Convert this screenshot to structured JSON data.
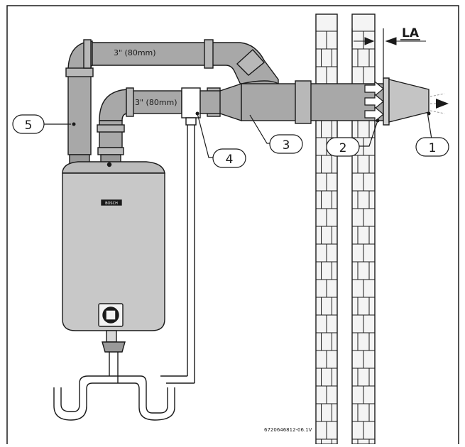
{
  "labels": {
    "upper_pipe": "3\" (80mm)",
    "lower_pipe": "3\" (80mm)",
    "la": "LA",
    "figure_id": "6720646812-06.1V"
  },
  "callouts": [
    "1",
    "2",
    "3",
    "4",
    "5"
  ],
  "heater_badge": "BOSCH",
  "colors": {
    "pipe_fill": "#a8a8a8",
    "pipe_dark": "#888888",
    "heater_fill": "#c8c8c8",
    "wall_fill": "#f2f2f2",
    "line": "#1a1a1a"
  }
}
